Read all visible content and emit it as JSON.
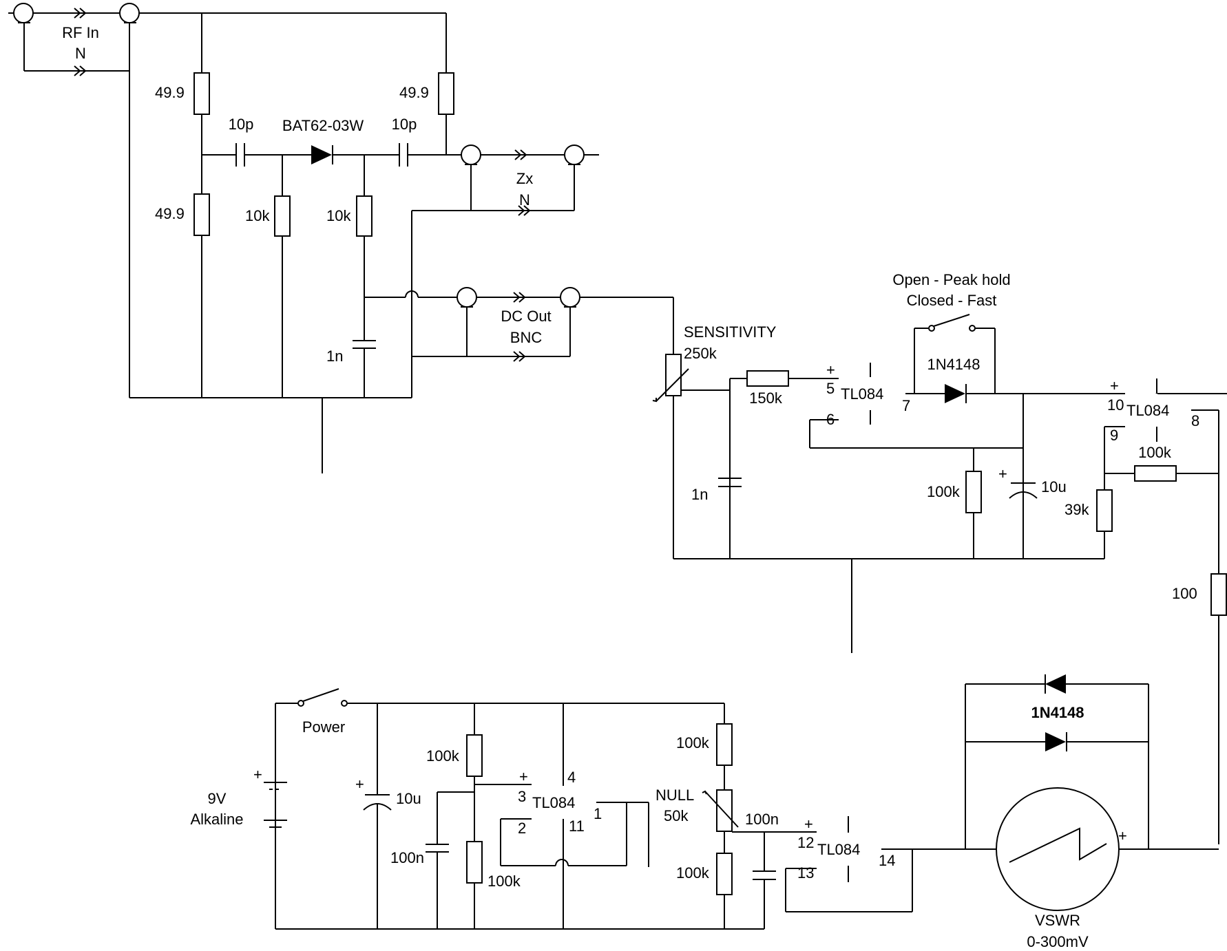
{
  "connectors": {
    "rf_in": {
      "name": "RF In",
      "type": "N"
    },
    "zx": {
      "name": "Zx",
      "type": "N"
    },
    "dc_out": {
      "name": "DC Out",
      "type": "BNC"
    }
  },
  "bridge": {
    "r_top_left": "49.9",
    "r_top_right": "49.9",
    "r_bottom_left": "49.9",
    "c_in": "10p",
    "c_out": "10p",
    "diode": "BAT62-03W",
    "r_load_1": "10k",
    "r_load_2": "10k",
    "c_filter": "1n"
  },
  "detector": {
    "pot_name": "SENSITIVITY",
    "pot_value": "250k",
    "r_in": "150k",
    "c_in": "1n",
    "opamp_a": {
      "part": "TL084",
      "pin_plus": "5",
      "pin_minus": "6",
      "pin_out": "7",
      "plus_sign": "+"
    },
    "diode": "1N4148",
    "switch_line1": "Open - Peak hold",
    "switch_line2": "Closed - Fast",
    "r_hold": "100k",
    "c_hold": "10u",
    "c_hold_plus": "+",
    "opamp_b": {
      "part": "TL084",
      "pin_plus": "10",
      "pin_minus": "9",
      "pin_out": "8",
      "plus_sign": "+"
    },
    "r_feedback": "100k",
    "r_gain": "39k",
    "r_series": "100"
  },
  "power": {
    "battery_line1": "9V",
    "battery_line2": "Alkaline",
    "battery_plus": "+",
    "switch": "Power",
    "c_bulk": "10u",
    "c_bulk_plus": "+",
    "r_div_top": "100k",
    "r_div_bottom": "100k",
    "c_div": "100n",
    "opamp_c": {
      "part": "TL084",
      "pin_plus": "3",
      "pin_minus": "2",
      "pin_out": "1",
      "pin_vcc": "4",
      "pin_gnd": "11",
      "plus_sign": "+"
    }
  },
  "meter_stage": {
    "r_top": "100k",
    "null_name": "NULL",
    "null_value": "50k",
    "r_bottom": "100k",
    "c_null": "100n",
    "opamp_d": {
      "part": "TL084",
      "pin_plus": "12",
      "pin_minus": "13",
      "pin_out": "14",
      "plus_sign": "+"
    },
    "diodes": "1N4148",
    "meter_name": "VSWR",
    "meter_range": "0-300mV",
    "meter_plus": "+"
  }
}
